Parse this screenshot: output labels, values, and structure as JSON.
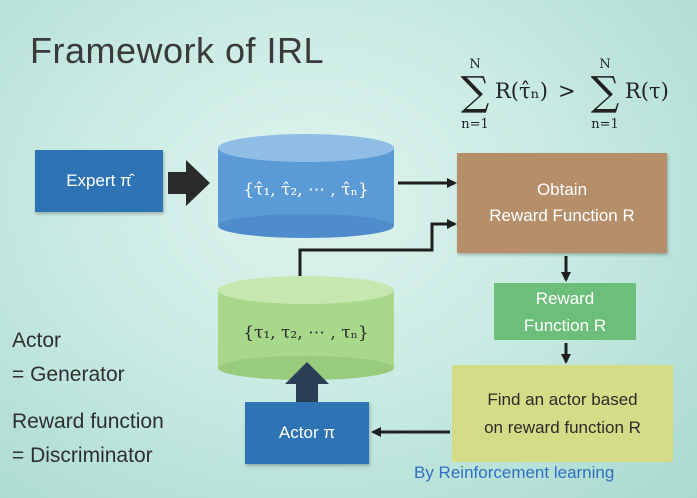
{
  "title": "Framework of IRL",
  "formula": {
    "sum_symbol": "∑",
    "upper": "N",
    "lower": "n=1",
    "lhs": "R(τ̂ₙ)",
    "op": ">",
    "rhs": "R(τ)"
  },
  "nodes": {
    "expert": "Expert π̂",
    "expert_trajectories": "{τ̂₁, τ̂₂, ⋯ , τ̂ₙ}",
    "obtain_line1": "Obtain",
    "obtain_line2": "Reward Function R",
    "reward_line1": "Reward",
    "reward_line2": "Function R",
    "find_line1": "Find an actor based",
    "find_line2": "on reward function R",
    "actor": "Actor π",
    "actor_trajectories": "{τ₁, τ₂, ⋯ , τₙ}"
  },
  "side_labels": {
    "actor_line1": "Actor",
    "actor_line2": "= Generator",
    "reward_line1": "Reward function",
    "reward_line2": "= Discriminator"
  },
  "caption": "By Reinforcement learning",
  "colors": {
    "blue_box": "#2e74b5",
    "blue_cylinder": "#5b9bd5",
    "green_cylinder": "#a8d88a",
    "brown_box": "#b58e6a",
    "green_box": "#6cbf7a",
    "yellow_box": "#d5dc87",
    "caption_blue": "#2f6fc1"
  }
}
